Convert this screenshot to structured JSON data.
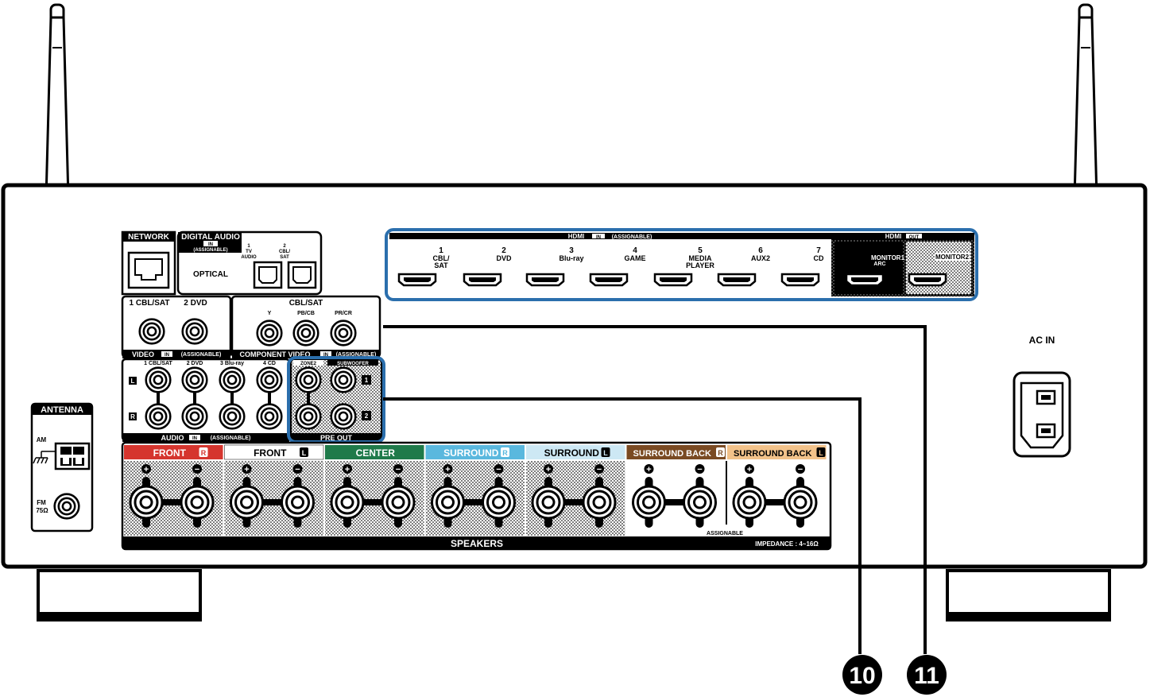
{
  "network": {
    "label": "NETWORK"
  },
  "digital_audio": {
    "title": "DIGITAL AUDIO",
    "in_badge": "IN",
    "assignable": "(ASSIGNABLE)",
    "optical": "OPTICAL",
    "port1_num": "1",
    "port1_l1": "TV",
    "port1_l2": "AUDIO",
    "port2_num": "2",
    "port2_l1": "CBL/",
    "port2_l2": "SAT"
  },
  "video": {
    "col1": "1 CBL/SAT",
    "col2": "2 DVD",
    "footer": "VIDEO",
    "in_badge": "IN",
    "assignable": "(ASSIGNABLE)"
  },
  "component": {
    "title": "CBL/SAT",
    "y": "Y",
    "pb": "PB/CB",
    "pr": "PR/CR",
    "footer": "COMPONENT VIDEO",
    "in_badge": "IN",
    "assignable": "(ASSIGNABLE)"
  },
  "audio": {
    "cols": [
      "1 CBL/SAT",
      "2 DVD",
      "3 Blu-ray",
      "4 CD"
    ],
    "left": "L",
    "right": "R",
    "footer": "AUDIO",
    "in_badge": "IN",
    "assignable": "(ASSIGNABLE)"
  },
  "preout": {
    "zone2": "ZONE2",
    "subwoofer": "SUBWOOFER",
    "sub1": "1",
    "sub2": "2",
    "footer": "PRE OUT"
  },
  "hdmi_in": {
    "title": "HDMI",
    "in_badge": "IN",
    "assignable": "(ASSIGNABLE)",
    "inputs": [
      {
        "num": "1",
        "l1": "CBL/",
        "l2": "SAT",
        "l3": ""
      },
      {
        "num": "2",
        "l1": "DVD",
        "l2": "",
        "l3": ""
      },
      {
        "num": "3",
        "l1": "Blu-ray",
        "l2": "",
        "l3": ""
      },
      {
        "num": "4",
        "l1": "GAME",
        "l2": "",
        "l3": ""
      },
      {
        "num": "5",
        "l1": "MEDIA",
        "l2": "PLAYER",
        "l3": ""
      },
      {
        "num": "6",
        "l1": "AUX2",
        "l2": "",
        "l3": ""
      },
      {
        "num": "7",
        "l1": "CD",
        "l2": "",
        "l3": ""
      }
    ]
  },
  "hdmi_out": {
    "title": "HDMI",
    "out_badge": "OUT",
    "monitor1": "MONITOR1",
    "arc": "ARC",
    "monitor2": "MONITOR2"
  },
  "ac_in": {
    "label": "AC IN"
  },
  "antenna": {
    "title": "ANTENNA",
    "am": "AM",
    "fm": "FM",
    "fm_ohm": "75Ω"
  },
  "speakers": {
    "footer": "SPEAKERS",
    "assignable": "ASSIGNABLE",
    "impedance": "IMPEDANCE : 4~16Ω",
    "plus": "+",
    "minus": "−",
    "channels": [
      {
        "label": "FRONT",
        "side": "R",
        "color": "#d5352e",
        "text_color": "#ffffff"
      },
      {
        "label": "FRONT",
        "side": "L",
        "color": "#ffffff",
        "text_color": "#000000"
      },
      {
        "label": "CENTER",
        "side": "",
        "color": "#1f7a4a",
        "text_color": "#ffffff"
      },
      {
        "label": "SURROUND",
        "side": "R",
        "color": "#5ab8de",
        "text_color": "#ffffff"
      },
      {
        "label": "SURROUND",
        "side": "L",
        "color": "#cde8f4",
        "text_color": "#000000"
      },
      {
        "label": "SURROUND BACK",
        "side": "R",
        "color": "#7a4a22",
        "text_color": "#ffffff"
      },
      {
        "label": "SURROUND BACK",
        "side": "L",
        "color": "#f2c28a",
        "text_color": "#000000"
      }
    ]
  },
  "callouts": {
    "c10": "10",
    "c11": "11"
  },
  "colors": {
    "highlight": "#2b6fad",
    "ink": "#000000",
    "panel": "#ffffff"
  }
}
